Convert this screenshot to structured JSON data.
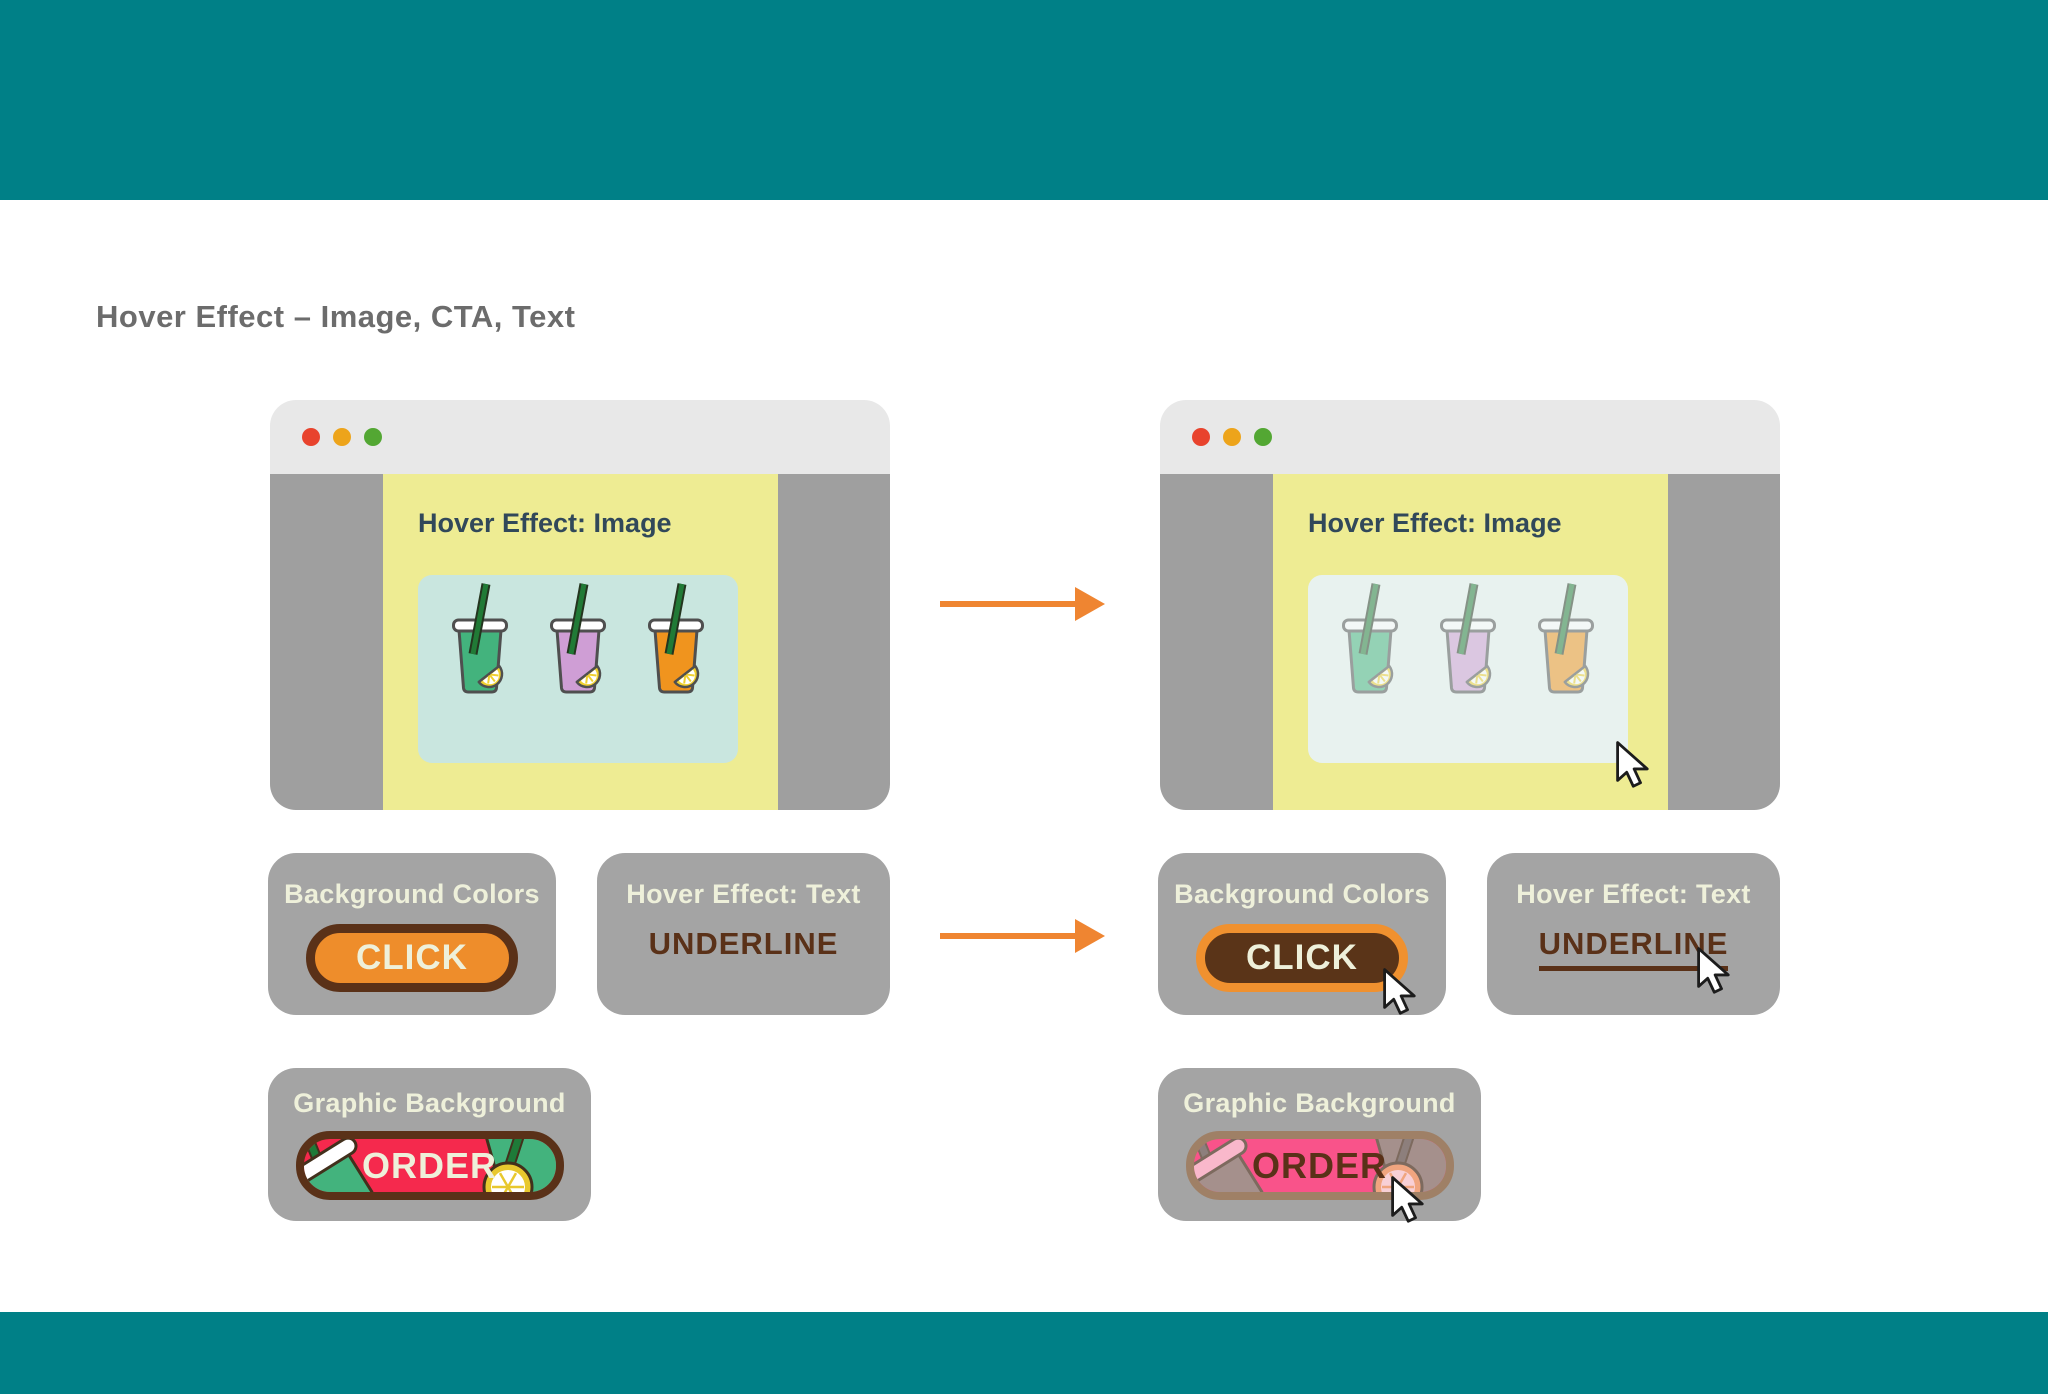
{
  "page": {
    "title": "Hover Effect – Image, CTA, Text"
  },
  "browser": {
    "heading": "Hover Effect: Image"
  },
  "cards": {
    "background_colors": {
      "title": "Background Colors",
      "button_label": "CLICK"
    },
    "hover_text": {
      "title": "Hover Effect: Text",
      "link_text": "UNDERLINE"
    },
    "graphic_background": {
      "title": "Graphic Background",
      "button_label": "ORDER"
    }
  },
  "icons": {
    "traffic_lights": [
      "traffic-light-red-icon",
      "traffic-light-yellow-icon",
      "traffic-light-green-icon"
    ],
    "cursor": "arrow-pointer-cursor-icon",
    "illustration": "lemonade-cup-icon",
    "transition": "right-arrow-icon"
  },
  "colors": {
    "teal": "#008087",
    "title-gray": "#6c6c6c",
    "win-bar": "#e8e8e8",
    "win-gray": "#9f9f9f",
    "yellow": "#eeec93",
    "img-bg": "#c9e6df",
    "img-bg-hover": "#e8f2ef",
    "navy": "#31485a",
    "dot-red": "#e8432d",
    "dot-yellow": "#eda41b",
    "dot-green": "#53a733",
    "card-gray": "#a4a4a4",
    "cream": "#eef0da",
    "brown": "#5a3118",
    "cta-orange": "#ee8d2b",
    "cta-orange-hover": "#f0912f",
    "cta-brown-fill": "#5a3418",
    "arrow-orange": "#ef8531",
    "order-red": "#f5294d",
    "order-pink": "#f9538a",
    "order-border-tan": "#9f8066",
    "cup-green": "#43b37d",
    "cup-purple": "#cf9ed5",
    "cup-orange": "#f0941e"
  }
}
